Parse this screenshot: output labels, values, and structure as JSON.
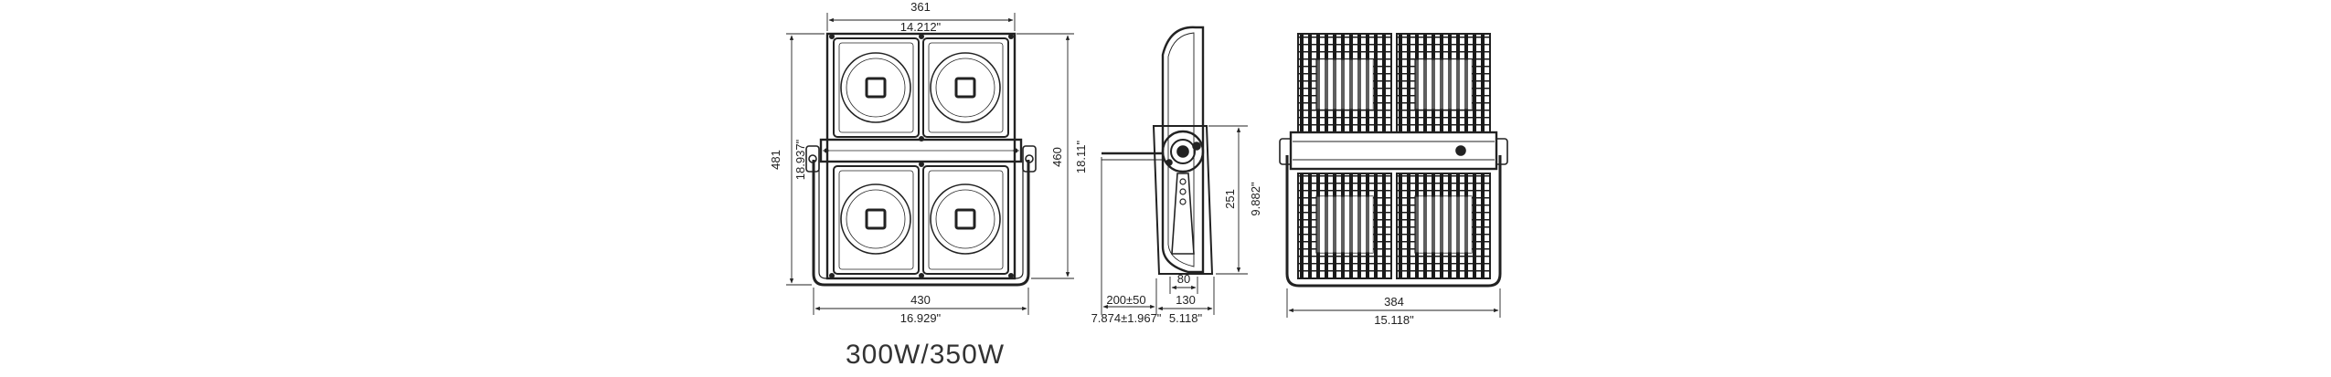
{
  "caption": "300W/350W",
  "front_view": {
    "width_top_mm": "361",
    "width_top_in": "14.212\"",
    "height_outer_mm": "481",
    "height_outer_in": "18.937\"",
    "height_inner_mm": "460",
    "height_inner_in": "18.11\"",
    "width_bottom_mm": "430",
    "width_bottom_in": "16.929\""
  },
  "side_view": {
    "cable_mm": "200±50",
    "cable_in": "7.874±1.967\"",
    "bracket_inner_mm": "80",
    "bracket_outer_mm": "130",
    "bracket_outer_in": "5.118\"",
    "bracket_height_mm": "251",
    "bracket_height_in": "9.882\""
  },
  "back_view": {
    "width_mm": "384",
    "width_in": "15.118\""
  }
}
